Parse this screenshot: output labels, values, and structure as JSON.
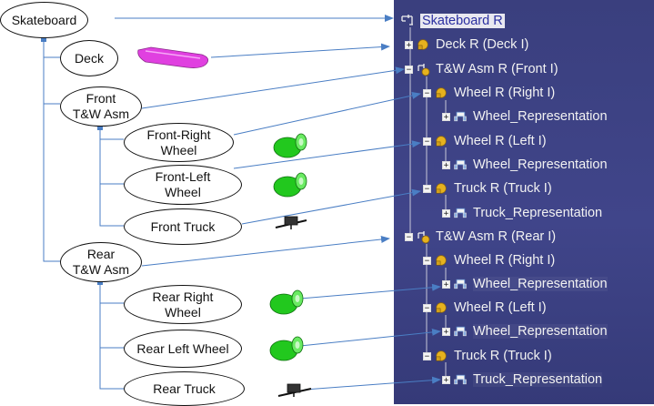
{
  "diagram": {
    "nodes": {
      "skateboard": "Skateboard",
      "deck": "Deck",
      "front_asm": "Front\nT&W Asm",
      "front_right_wheel": "Front-Right\nWheel",
      "front_left_wheel": "Front-Left\nWheel",
      "front_truck": "Front Truck",
      "rear_asm": "Rear\nT&W Asm",
      "rear_right_wheel": "Rear Right\nWheel",
      "rear_left_wheel": "Rear Left Wheel",
      "rear_truck": "Rear Truck"
    },
    "colors": {
      "arrow": "#4a7ec4",
      "connector": "#4a7ec4",
      "deck": "#e040e0",
      "wheel": "#22c81e",
      "panel": "#3c4182"
    }
  },
  "tree": {
    "root": "Skateboard R",
    "deck": "Deck R (Deck I)",
    "front_asm": "T&W Asm R (Front I)",
    "front_wheel_right": "Wheel R (Right I)",
    "front_wheel_right_rep": "Wheel_Representation",
    "front_wheel_left": "Wheel R (Left I)",
    "front_wheel_left_rep": "Wheel_Representation",
    "front_truck": "Truck R (Truck I)",
    "front_truck_rep": "Truck_Representation",
    "rear_asm": "T&W Asm R (Rear I)",
    "rear_wheel_right": "Wheel R (Right I)",
    "rear_wheel_right_rep": "Wheel_Representation",
    "rear_wheel_left": "Wheel R (Left I)",
    "rear_wheel_left_rep": "Wheel_Representation",
    "rear_truck": "Truck R (Truck I)",
    "rear_truck_rep": "Truck_Representation",
    "expand_symbol": "+",
    "collapse_symbol": "−"
  }
}
